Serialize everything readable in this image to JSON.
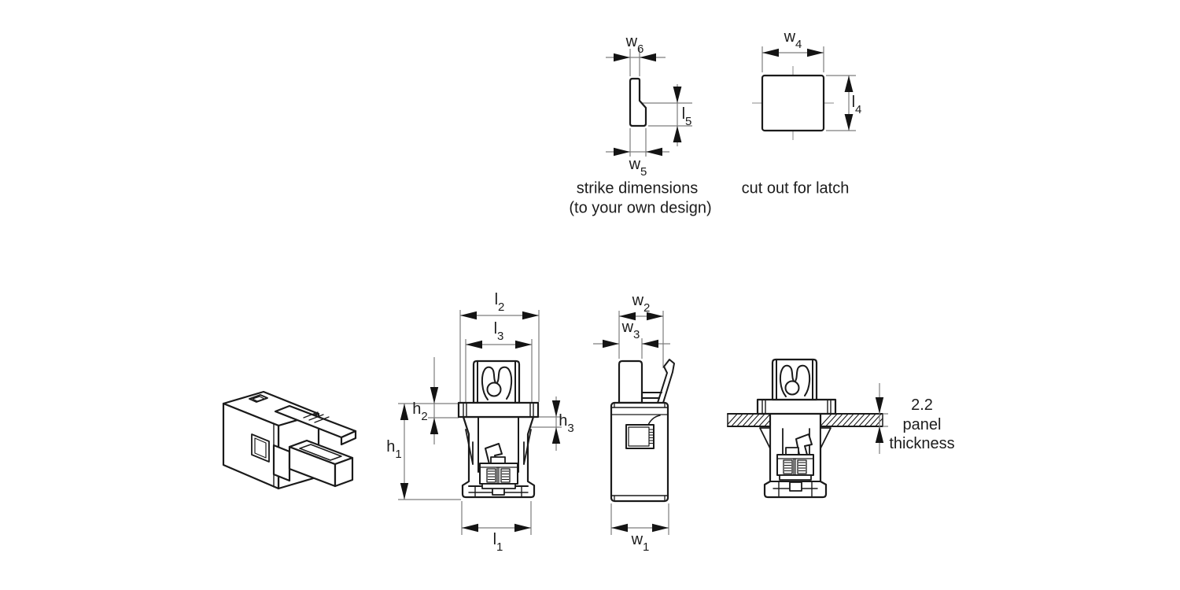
{
  "captions": {
    "strike_line1": "strike dimensions",
    "strike_line2": "(to your own design)",
    "cutout": "cut out for latch"
  },
  "dimension_labels": {
    "w6": {
      "base": "w",
      "sub": "6"
    },
    "w5": {
      "base": "w",
      "sub": "5"
    },
    "l5": {
      "base": "l",
      "sub": "5"
    },
    "w4": {
      "base": "w",
      "sub": "4"
    },
    "l4": {
      "base": "l",
      "sub": "4"
    },
    "l2": {
      "base": "l",
      "sub": "2"
    },
    "l3": {
      "base": "l",
      "sub": "3"
    },
    "h1": {
      "base": "h",
      "sub": "1"
    },
    "h2": {
      "base": "h",
      "sub": "2"
    },
    "h3": {
      "base": "h",
      "sub": "3"
    },
    "l1": {
      "base": "l",
      "sub": "1"
    },
    "w2": {
      "base": "w",
      "sub": "2"
    },
    "w3": {
      "base": "w",
      "sub": "3"
    },
    "w1": {
      "base": "w",
      "sub": "1"
    }
  },
  "panel_annotation": {
    "value": "2.2",
    "word1": "panel",
    "word2": "thickness"
  },
  "colors": {
    "outline": "#1a1a1a",
    "dimline": "#7d7d7d",
    "arrow": "#141414",
    "text": "#1c1c1c",
    "bg": "#ffffff"
  }
}
